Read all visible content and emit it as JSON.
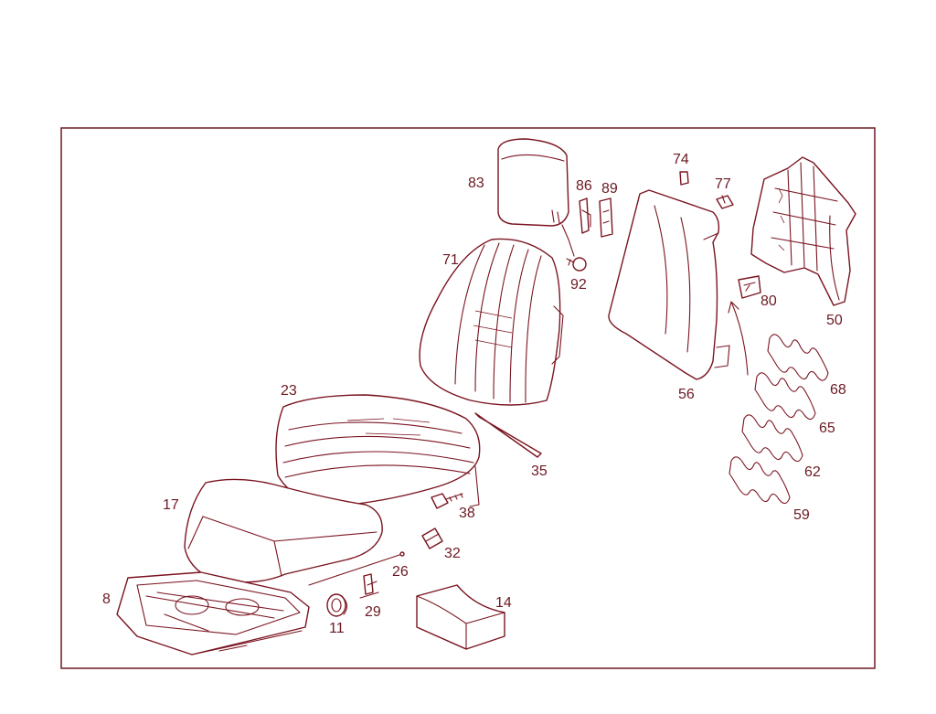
{
  "diagram": {
    "accent_color": "#7a1420",
    "parts": [
      {
        "id": "p83",
        "number": "83",
        "icon": "headrest-icon"
      },
      {
        "id": "p86",
        "number": "86",
        "icon": "headrest-guide-icon"
      },
      {
        "id": "p89",
        "number": "89",
        "icon": "guide-plate-icon"
      },
      {
        "id": "p92",
        "number": "92",
        "icon": "screw-icon"
      },
      {
        "id": "p71",
        "number": "71",
        "icon": "backrest-cover-icon"
      },
      {
        "id": "p74",
        "number": "74",
        "icon": "clip-icon"
      },
      {
        "id": "p77",
        "number": "77",
        "icon": "clip-icon"
      },
      {
        "id": "p50",
        "number": "50",
        "icon": "backrest-frame-icon"
      },
      {
        "id": "p80",
        "number": "80",
        "icon": "bracket-icon"
      },
      {
        "id": "p56",
        "number": "56",
        "icon": "backrest-panel-icon"
      },
      {
        "id": "p68",
        "number": "68",
        "icon": "spring-icon"
      },
      {
        "id": "p65",
        "number": "65",
        "icon": "spring-icon"
      },
      {
        "id": "p62",
        "number": "62",
        "icon": "spring-icon"
      },
      {
        "id": "p59",
        "number": "59",
        "icon": "spring-icon"
      },
      {
        "id": "p23",
        "number": "23",
        "icon": "seat-cover-icon"
      },
      {
        "id": "p35",
        "number": "35",
        "icon": "strip-icon"
      },
      {
        "id": "p38",
        "number": "38",
        "icon": "bolt-icon"
      },
      {
        "id": "p17",
        "number": "17",
        "icon": "seat-cushion-icon"
      },
      {
        "id": "p32",
        "number": "32",
        "icon": "clip-icon"
      },
      {
        "id": "p26",
        "number": "26",
        "icon": "rod-icon"
      },
      {
        "id": "p8",
        "number": "8",
        "icon": "seat-frame-icon"
      },
      {
        "id": "p11",
        "number": "11",
        "icon": "grommet-icon"
      },
      {
        "id": "p29",
        "number": "29",
        "icon": "clip-icon"
      },
      {
        "id": "p14",
        "number": "14",
        "icon": "foam-block-icon"
      }
    ]
  }
}
